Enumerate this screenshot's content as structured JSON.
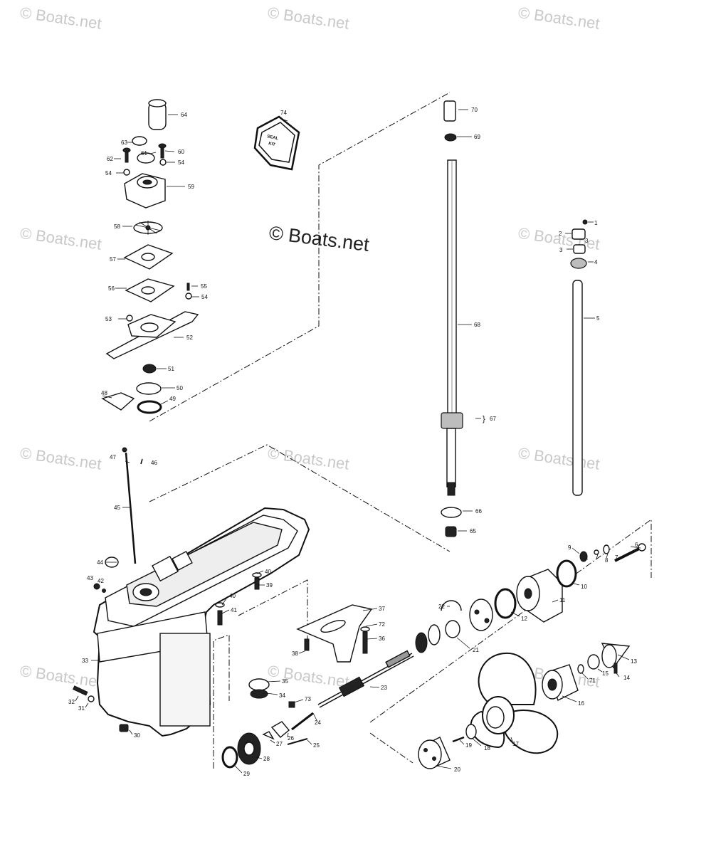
{
  "watermarks": {
    "corner": "© Boats.net",
    "center": "© Boats.net"
  },
  "seal_kit": {
    "line1": "SEAL",
    "line2": "KIT"
  },
  "callouts": [
    {
      "id": "p1",
      "text": "1"
    },
    {
      "id": "p2",
      "text": "2"
    },
    {
      "id": "p3a",
      "text": "3"
    },
    {
      "id": "p3b",
      "text": "3"
    },
    {
      "id": "p4",
      "text": "4"
    },
    {
      "id": "p5",
      "text": "5"
    },
    {
      "id": "p6",
      "text": "6"
    },
    {
      "id": "p7",
      "text": "7"
    },
    {
      "id": "p8",
      "text": "8"
    },
    {
      "id": "p9",
      "text": "9"
    },
    {
      "id": "p10",
      "text": "10"
    },
    {
      "id": "p11",
      "text": "11"
    },
    {
      "id": "p12",
      "text": "12"
    },
    {
      "id": "p13",
      "text": "13"
    },
    {
      "id": "p14",
      "text": "14"
    },
    {
      "id": "p15",
      "text": "15"
    },
    {
      "id": "p16",
      "text": "16"
    },
    {
      "id": "p17",
      "text": "17"
    },
    {
      "id": "p18",
      "text": "18"
    },
    {
      "id": "p19",
      "text": "19"
    },
    {
      "id": "p20",
      "text": "20"
    },
    {
      "id": "p21",
      "text": "21"
    },
    {
      "id": "p22",
      "text": "22"
    },
    {
      "id": "p23",
      "text": "23"
    },
    {
      "id": "p24",
      "text": "24"
    },
    {
      "id": "p25",
      "text": "25"
    },
    {
      "id": "p26",
      "text": "26"
    },
    {
      "id": "p27",
      "text": "27"
    },
    {
      "id": "p28",
      "text": "28"
    },
    {
      "id": "p29",
      "text": "29"
    },
    {
      "id": "p30",
      "text": "30"
    },
    {
      "id": "p31",
      "text": "31"
    },
    {
      "id": "p32",
      "text": "32"
    },
    {
      "id": "p33",
      "text": "33"
    },
    {
      "id": "p34",
      "text": "34"
    },
    {
      "id": "p35",
      "text": "35"
    },
    {
      "id": "p36",
      "text": "36"
    },
    {
      "id": "p37",
      "text": "37"
    },
    {
      "id": "p38",
      "text": "38"
    },
    {
      "id": "p39",
      "text": "39"
    },
    {
      "id": "p40a",
      "text": "40"
    },
    {
      "id": "p40b",
      "text": "40"
    },
    {
      "id": "p41",
      "text": "41"
    },
    {
      "id": "p42",
      "text": "42"
    },
    {
      "id": "p43",
      "text": "43"
    },
    {
      "id": "p44",
      "text": "44"
    },
    {
      "id": "p45",
      "text": "45"
    },
    {
      "id": "p46",
      "text": "46"
    },
    {
      "id": "p47",
      "text": "47"
    },
    {
      "id": "p48",
      "text": "48"
    },
    {
      "id": "p49",
      "text": "49"
    },
    {
      "id": "p50",
      "text": "50"
    },
    {
      "id": "p51",
      "text": "51"
    },
    {
      "id": "p52",
      "text": "52"
    },
    {
      "id": "p53",
      "text": "53"
    },
    {
      "id": "p54a",
      "text": "54"
    },
    {
      "id": "p54b",
      "text": "54"
    },
    {
      "id": "p54c",
      "text": "54"
    },
    {
      "id": "p55",
      "text": "55"
    },
    {
      "id": "p56",
      "text": "56"
    },
    {
      "id": "p57",
      "text": "57"
    },
    {
      "id": "p58",
      "text": "58"
    },
    {
      "id": "p59",
      "text": "59"
    },
    {
      "id": "p60",
      "text": "60"
    },
    {
      "id": "p61",
      "text": "61"
    },
    {
      "id": "p62",
      "text": "62"
    },
    {
      "id": "p63",
      "text": "63"
    },
    {
      "id": "p64",
      "text": "64"
    },
    {
      "id": "p65",
      "text": "65"
    },
    {
      "id": "p66",
      "text": "66"
    },
    {
      "id": "p67",
      "text": "67"
    },
    {
      "id": "p68",
      "text": "68"
    },
    {
      "id": "p69",
      "text": "69"
    },
    {
      "id": "p70",
      "text": "70"
    },
    {
      "id": "p71",
      "text": "71"
    },
    {
      "id": "p72",
      "text": "72"
    },
    {
      "id": "p73",
      "text": "73"
    },
    {
      "id": "p74",
      "text": "74"
    }
  ]
}
